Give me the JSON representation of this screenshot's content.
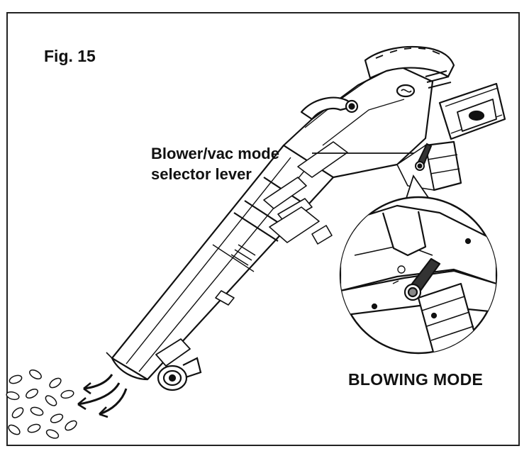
{
  "figure": {
    "title": "Fig. 15",
    "callout_line1": "Blower/vac mode",
    "callout_line2": "selector lever",
    "mode_label": "BLOWING MODE"
  },
  "icons": {
    "illustration": "leaf-blower-vacuum-drawing",
    "detail": "mode-selector-magnified-detail",
    "leaves": "blown-leaves-icon",
    "airflow": "airflow-arrows-icon"
  },
  "colors": {
    "line": "#111111",
    "background": "#ffffff"
  }
}
